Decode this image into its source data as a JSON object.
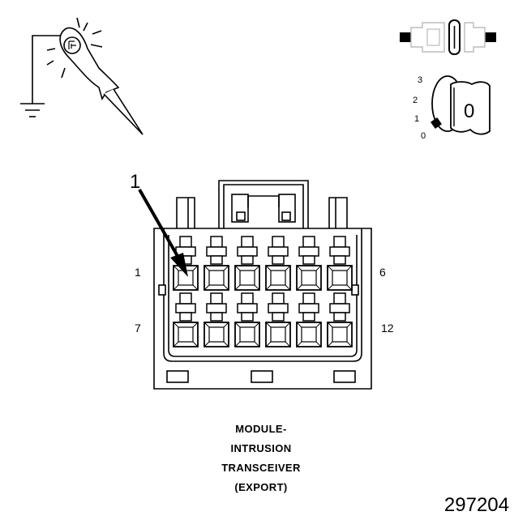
{
  "callout": {
    "number": "1"
  },
  "pins": {
    "top_left": "1",
    "top_right": "6",
    "bottom_left": "7",
    "bottom_right": "12"
  },
  "ignition": {
    "positions": [
      "3",
      "2",
      "1",
      "0"
    ],
    "key_label": "0"
  },
  "caption": {
    "lines": [
      "MODULE-",
      "INTRUSION",
      "TRANSCEIVER",
      "(EXPORT)"
    ]
  },
  "doc_number": "297204",
  "icons": {
    "test_light": "test-light-probe-icon",
    "ground": "ground-symbol-icon",
    "disconnect": "connector-disconnected-icon",
    "ignition": "ignition-switch-icon"
  },
  "colors": {
    "line": "#000000",
    "background": "#ffffff"
  }
}
